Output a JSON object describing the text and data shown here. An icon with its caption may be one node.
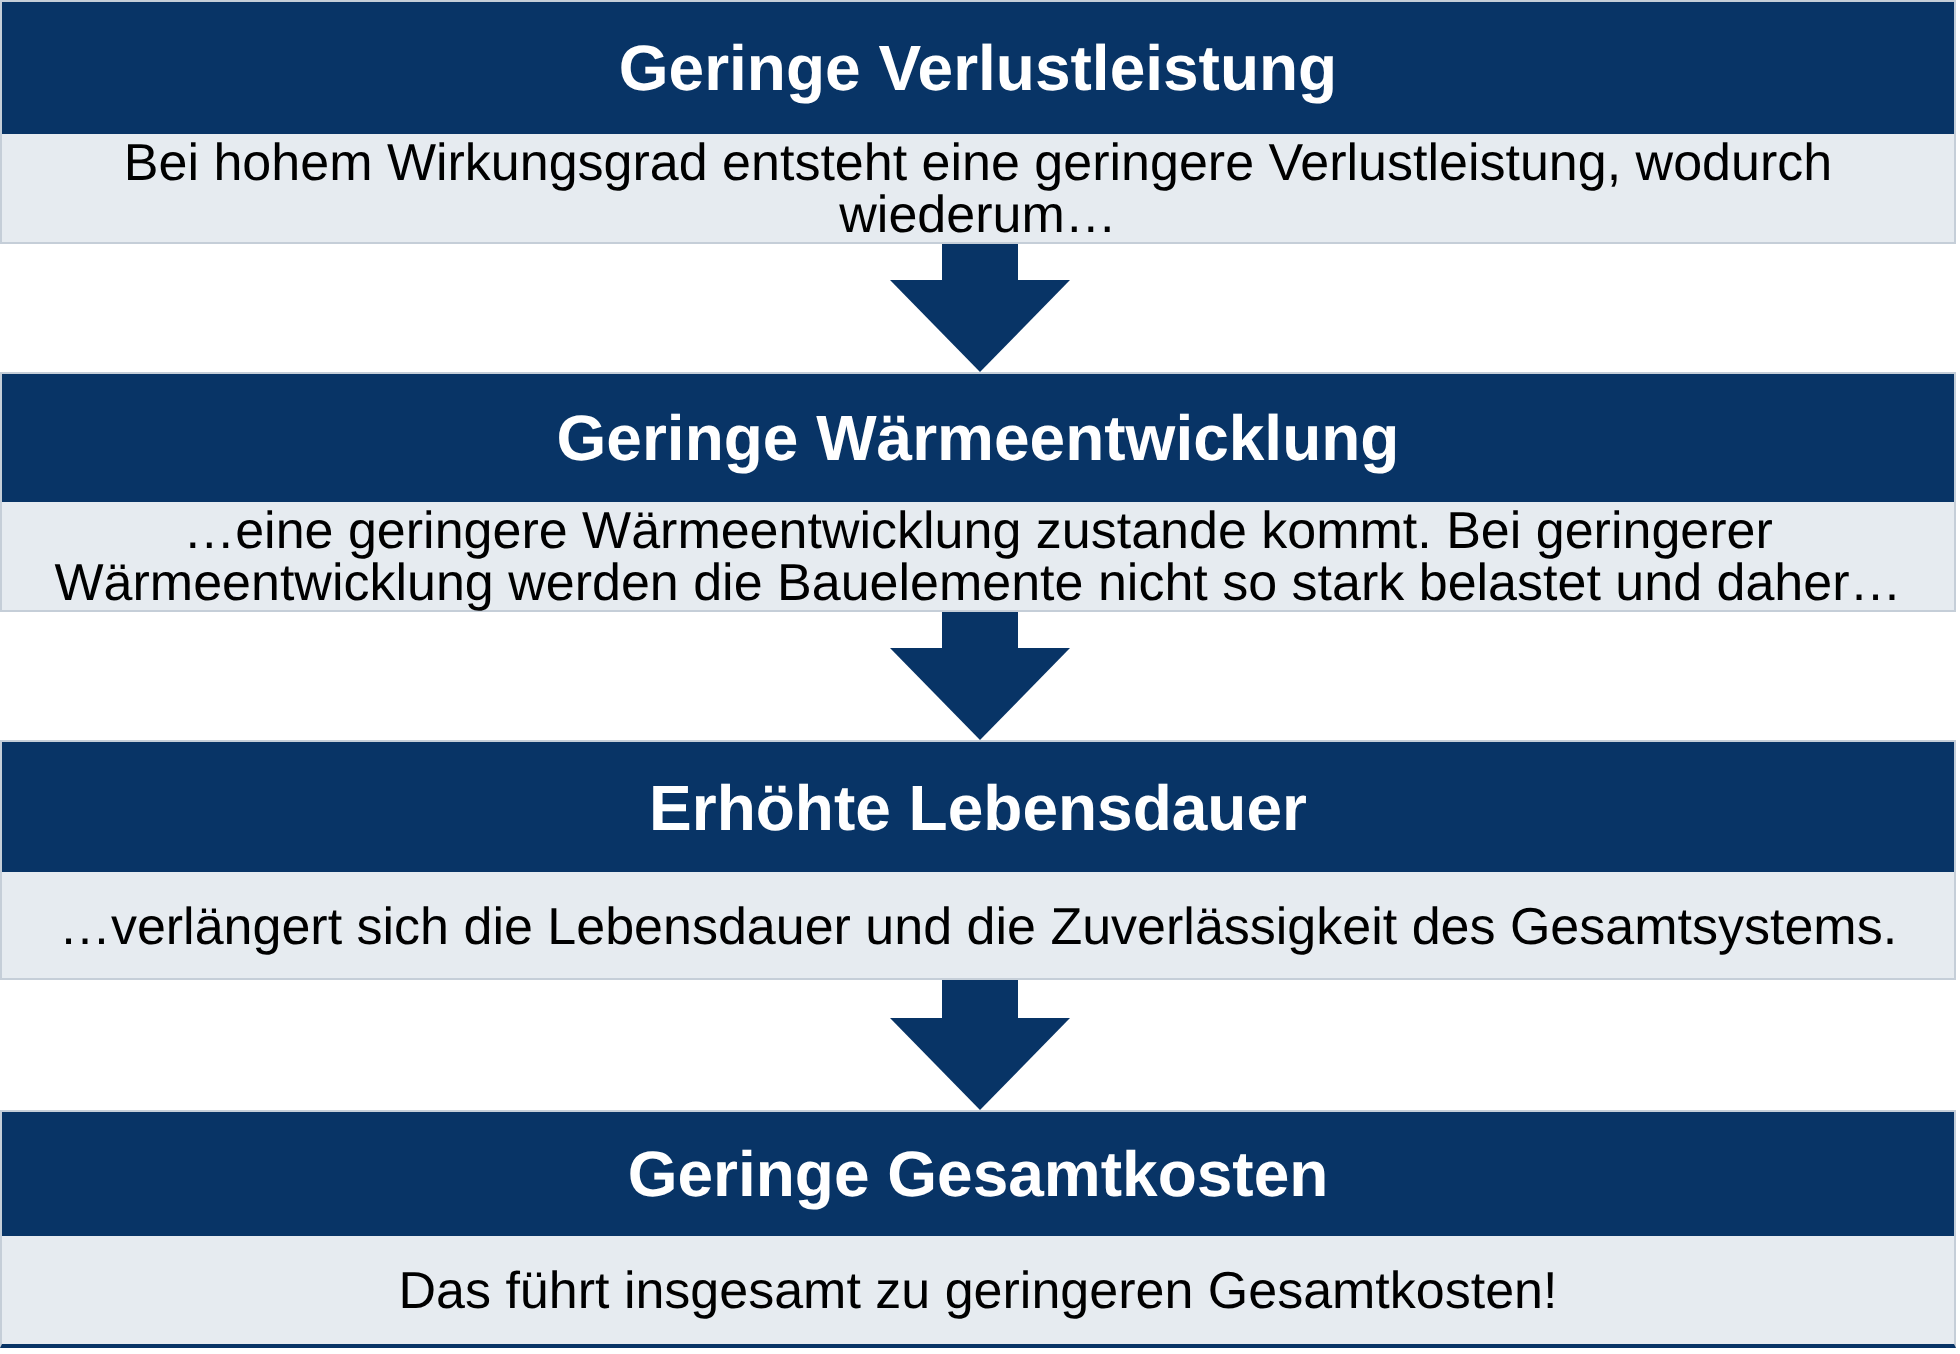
{
  "diagram": {
    "nodes": [
      {
        "text": [
          "Geringe Verlustleistung",
          "Bei hohem Wirkungsgrad entsteht eine geringere Verlustleistung, wodurch wiederum…"
        ]
      },
      {
        "text": [
          "Geringe Wärmeentwicklung",
          "…eine geringere Wärmeentwicklung zustande kommt. Bei geringerer Wärmeentwicklung werden die Bauelemente nicht so stark belastet und daher…"
        ]
      },
      {
        "text": [
          "Erhöhte Lebensdauer",
          "…verlängert sich die Lebensdauer und die Zuverlässigkeit des Gesamtsystems."
        ]
      },
      {
        "text": [
          "Geringe Gesamtkosten",
          "Das führt insgesamt zu geringeren Gesamtkosten!"
        ]
      }
    ],
    "edges": [
      {
        "from": 0,
        "to": 1,
        "arrow": "to"
      },
      {
        "from": 1,
        "to": 2,
        "arrow": "to"
      },
      {
        "from": 2,
        "to": 3,
        "arrow": "to"
      }
    ]
  }
}
